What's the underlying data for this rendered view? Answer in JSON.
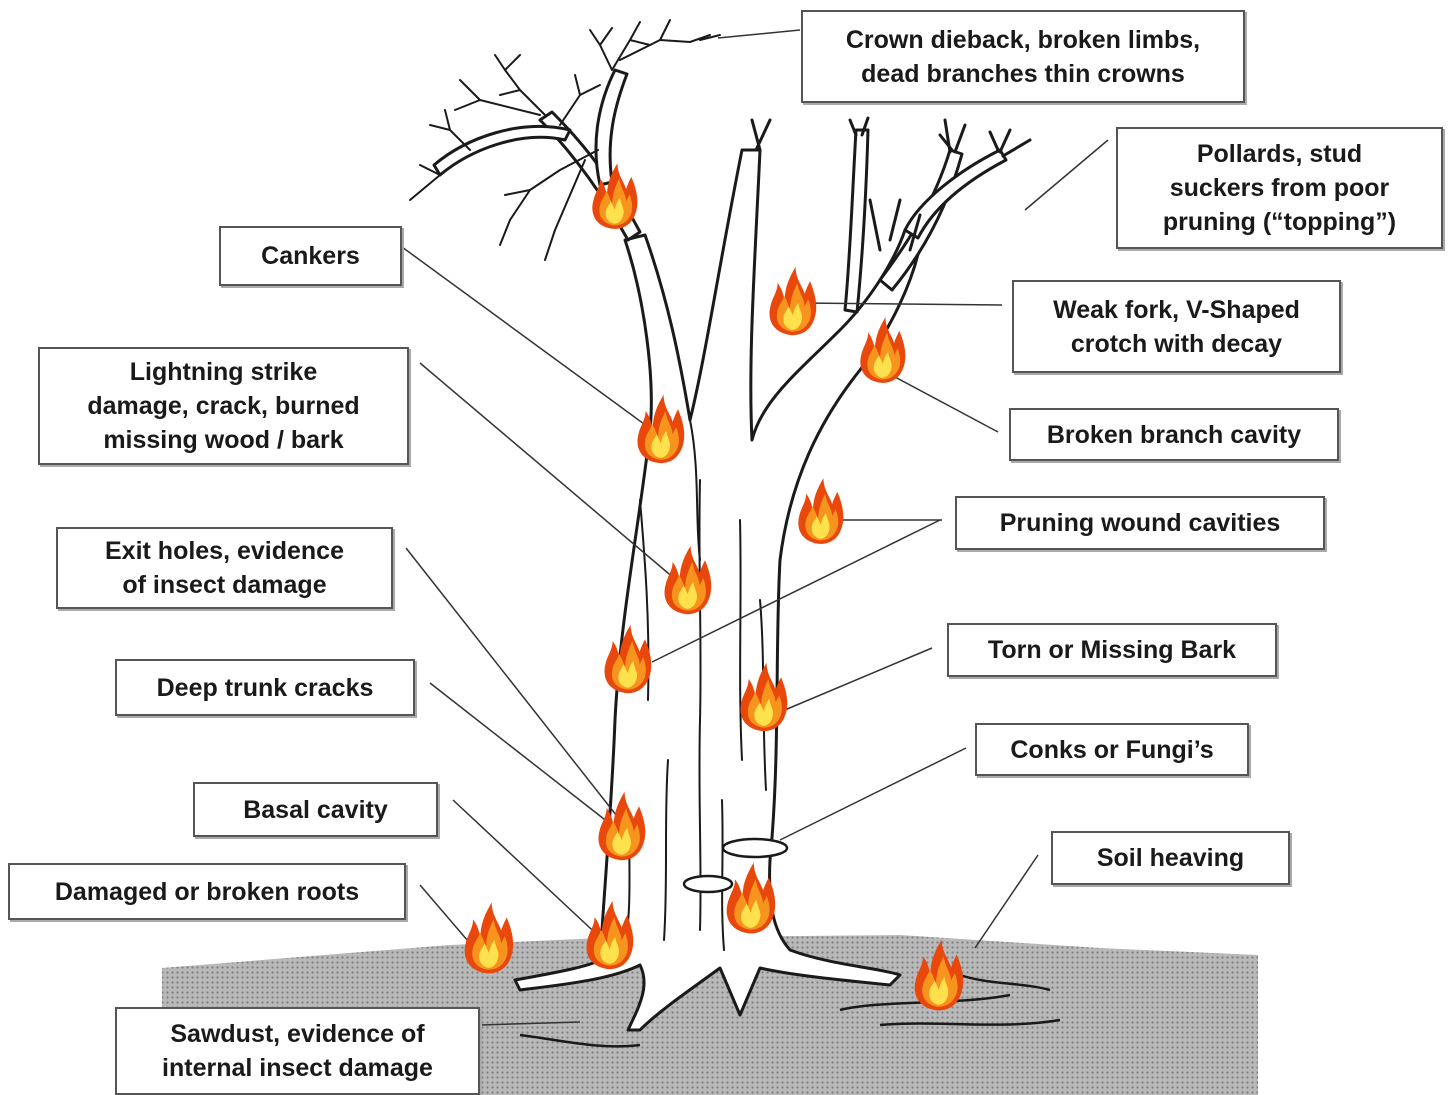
{
  "colors": {
    "flame_outer": "#e8480c",
    "flame_mid": "#f7941d",
    "flame_inner": "#ffe14d",
    "ground": "#a9a9a9",
    "ink": "#1a1a1a"
  },
  "labels": {
    "crown_dieback": "Crown dieback, broken limbs,\ndead branches thin crowns",
    "pollards": "Pollards, stud\nsuckers from poor\npruning (“topping”)",
    "cankers": "Cankers",
    "weak_fork": "Weak fork, V-Shaped\ncrotch with decay",
    "lightning": "Lightning strike\ndamage, crack, burned\nmissing wood / bark",
    "broken_branch": "Broken branch cavity",
    "pruning_wounds": "Pruning wound cavities",
    "exit_holes": "Exit holes, evidence\nof insect damage",
    "torn_bark": "Torn or Missing Bark",
    "deep_cracks": "Deep trunk cracks",
    "conks": "Conks or Fungi’s",
    "basal_cavity": "Basal cavity",
    "soil_heaving": "Soil heaving",
    "damaged_roots": "Damaged or broken roots",
    "sawdust": "Sawdust, evidence of\ninternal insect damage"
  },
  "icons": {
    "flame": "flame-icon",
    "tree": "tree-illustration"
  }
}
